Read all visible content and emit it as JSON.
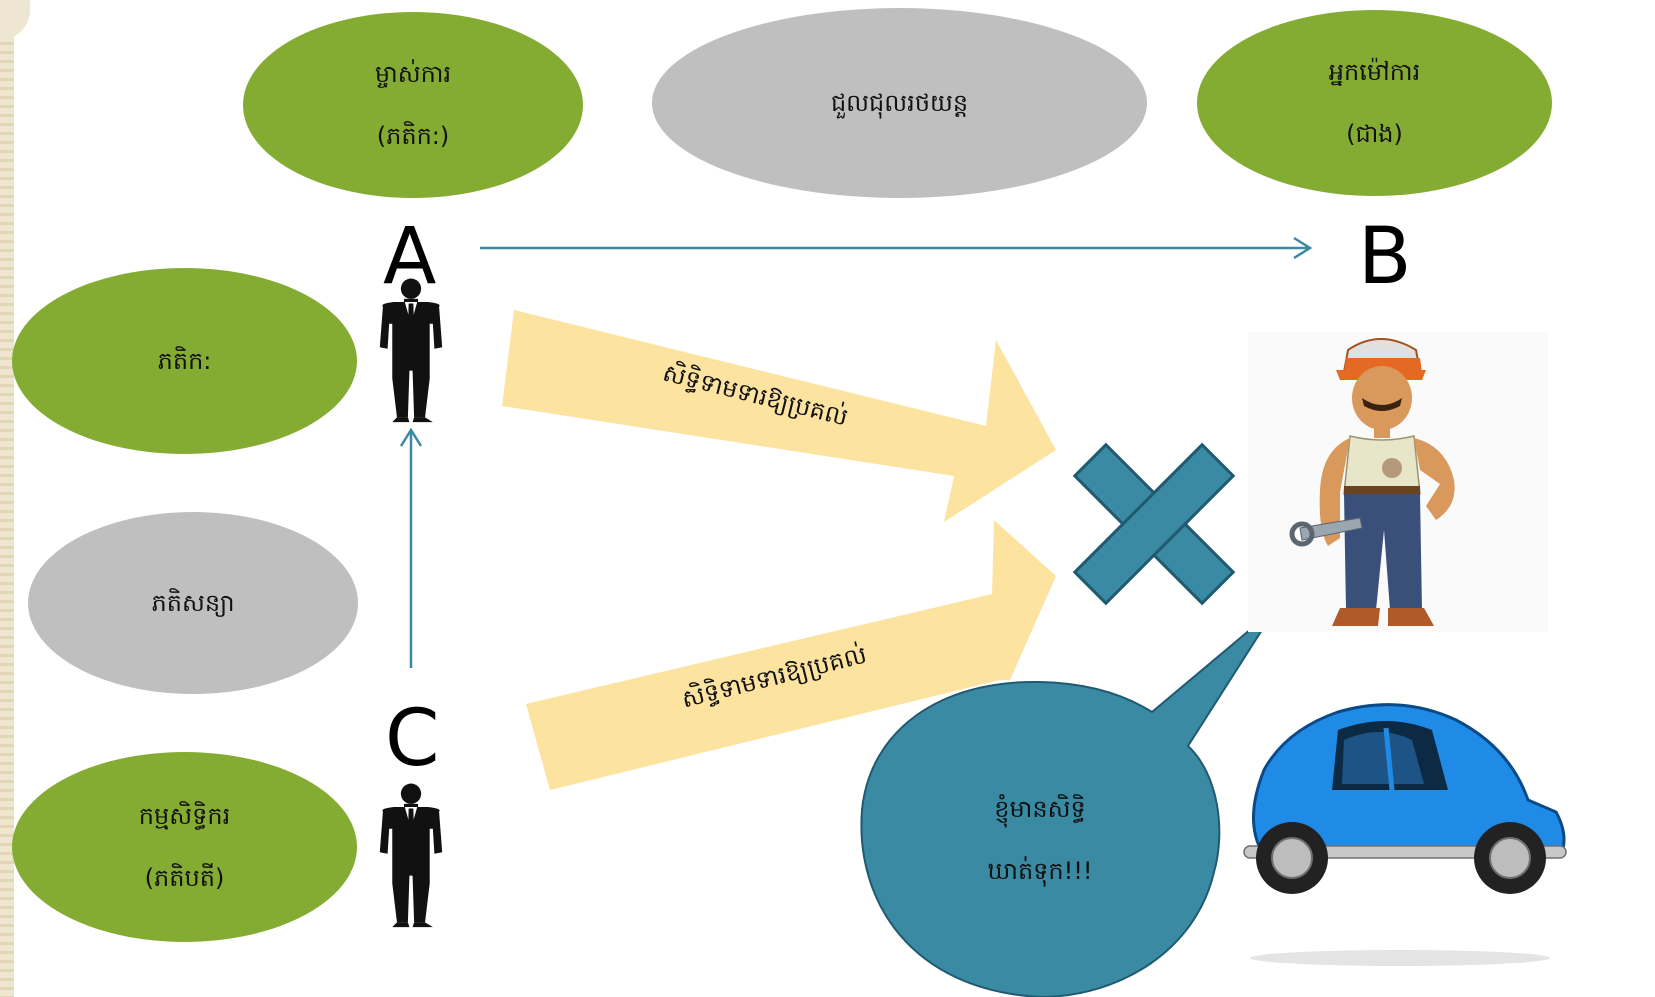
{
  "nodes": {
    "owner": {
      "line1": "ម្ចាស់ការ",
      "line2": "(ភតិក:)"
    },
    "middle": {
      "label": "ជួលជុលរថយន្ត"
    },
    "worker": {
      "line1": "អ្នកម៉ៅការ",
      "line2": "(ជាង)"
    },
    "lessor": {
      "label": "ភតិក:"
    },
    "contract": {
      "label": "ភតិសន្យា"
    },
    "lessee": {
      "line1": "កម្មសិទ្ធិករ",
      "line2": "(ភតិបតី)"
    }
  },
  "letters": {
    "a": "A",
    "b": "B",
    "c": "C"
  },
  "arrows": {
    "upper_label": "សិទ្ធិទាមទារឱ្យប្រគល់",
    "lower_label": "សិទ្ធិទាមទារឱ្យប្រគល់"
  },
  "bubble": {
    "line1": "ខ្ញុំមានសិទ្ធិ",
    "line2": "ឃាត់ទុក!!!"
  },
  "colors": {
    "green": "#84ac33",
    "gray": "#bfbfbf",
    "teal": "#3a8aa3",
    "block_arrow": "#fde3a0",
    "line_arrow": "#3a8aa3"
  },
  "icons": [
    "person-silhouette-icon",
    "mechanic-icon",
    "blue-car-icon",
    "cross-icon"
  ]
}
